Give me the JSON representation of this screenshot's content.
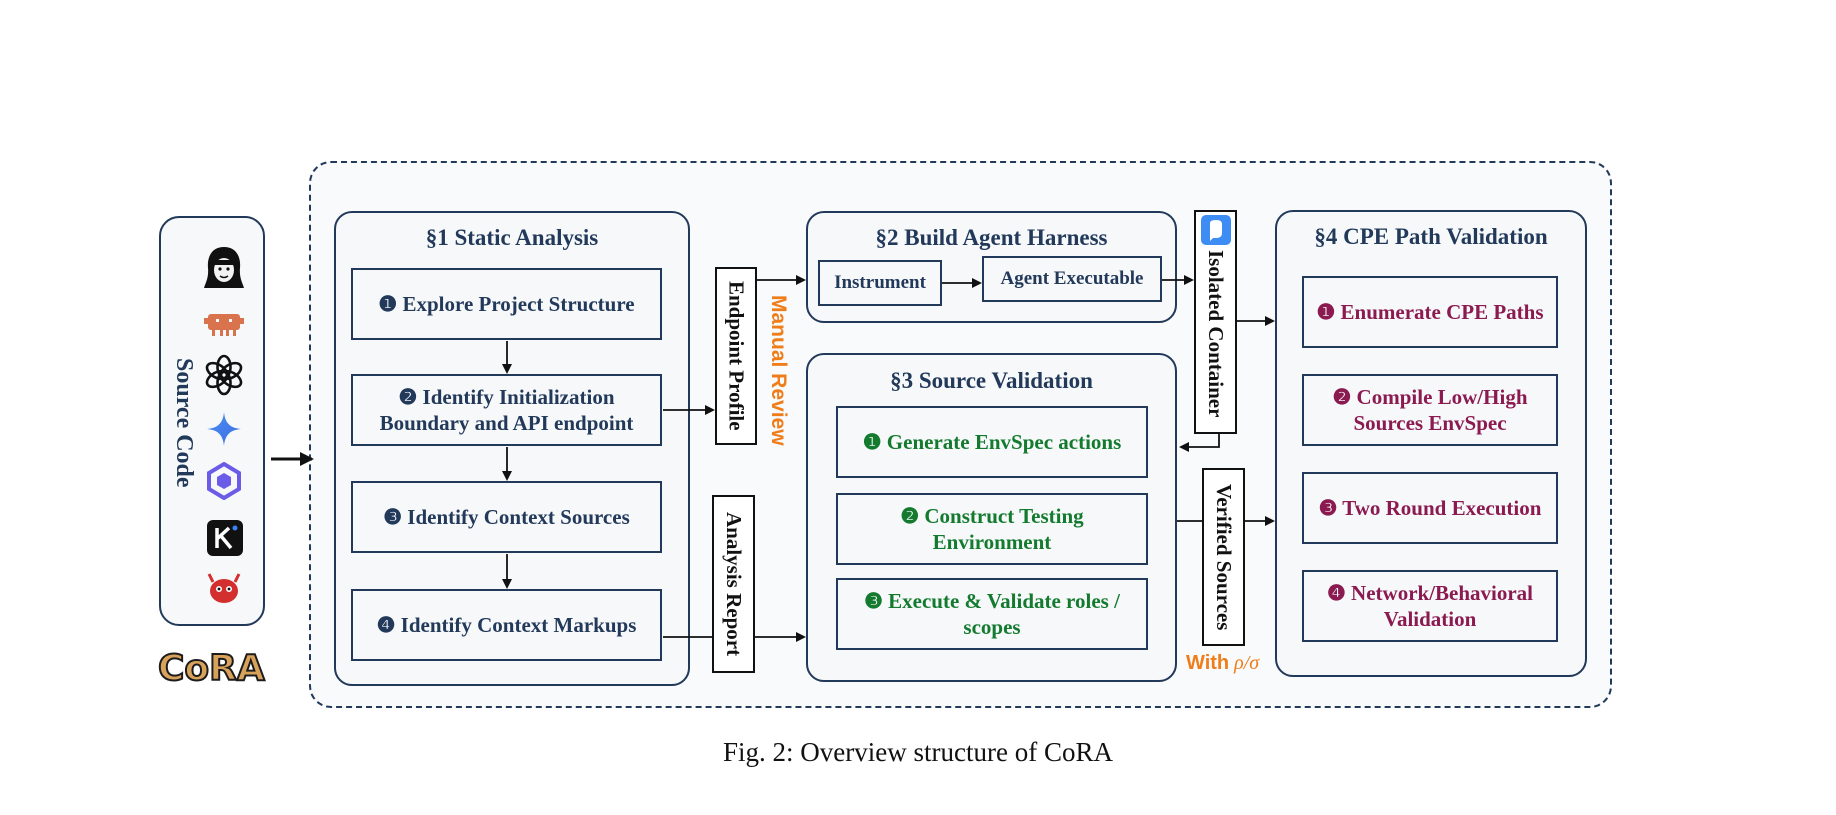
{
  "colors": {
    "navy": "#22395a",
    "green": "#137a2e",
    "maroon": "#8b1a50",
    "orange": "#ef7d1a"
  },
  "source": {
    "label": "Source Code",
    "icons": [
      "persona-icon",
      "robot-icon",
      "openai-icon",
      "gemini-icon",
      "qwen-icon",
      "kimi-icon",
      "bug-mascot-icon"
    ],
    "logo": "CoRA"
  },
  "static_analysis": {
    "title": "§1 Static Analysis",
    "steps": [
      "❶ Explore Project Structure",
      "❷ Identify Initialization Boundary and API endpoint",
      "❸ Identify Context Sources",
      "❹ Identify Context Markups"
    ]
  },
  "endpoint_profile": "Endpoint Profile",
  "manual_review": "Manual Review",
  "analysis_report": "Analysis Report",
  "harness": {
    "title": "§2 Build Agent Harness",
    "instrument": "Instrument",
    "executable": "Agent Executable"
  },
  "isolated_container": "Isolated Container",
  "source_validation": {
    "title": "§3 Source Validation",
    "steps": [
      "❶ Generate EnvSpec actions",
      "❷ Construct Testing Environment",
      "❸ Execute & Validate roles / scopes"
    ]
  },
  "verified_sources": "Verified Sources",
  "with_label": "With",
  "with_symbols": "ρ/σ",
  "cpe": {
    "title": "§4 CPE Path Validation",
    "steps": [
      "❶ Enumerate CPE Paths",
      "❷ Compile Low/High Sources EnvSpec",
      "❸ Two Round Execution",
      "❹ Network/Behavioral Validation"
    ]
  },
  "caption": "Fig. 2: Overview structure of CoRA"
}
